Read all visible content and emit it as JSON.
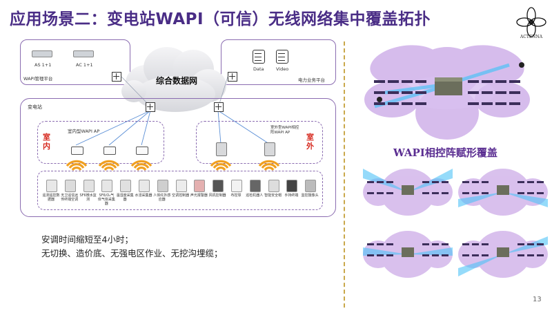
{
  "title": "应用场景二：变电站WAPI（可信）无线网络集中覆盖拓扑",
  "logo_text": "ACTENNA",
  "page_number": "13",
  "cloud_label": "综合数据网",
  "wapi_platform": {
    "label": "WAPI管理平台",
    "devices": [
      "AS 1+1",
      "AC 1+1"
    ]
  },
  "power_platform": {
    "label": "电力业务平台",
    "servers": [
      "Data",
      "Video"
    ]
  },
  "substation": {
    "label": "变电站",
    "indoor_zone": "室内",
    "outdoor_zone": "室外",
    "indoor_ap_label": "室内型WAPI AP",
    "outdoor_ap_label": "室外型WAPI相控阵WAPI AP"
  },
  "terminals": [
    "遥测遥控数据器",
    "无卫遥信远传终端空调",
    "SF6微水监测",
    "SF6/O₂气体气体采集器",
    "温湿度采集器",
    "水浸采集器",
    "人体红外感应器",
    "空调控制器",
    "声光报警器",
    "风机控制器",
    "布控球",
    "巡检机器人",
    "智能安全帽",
    "手持终端",
    "监控摄像头"
  ],
  "bottom_text": [
    "安调时间缩短至4小时；",
    "无切换、造价底、无强电区作业、无挖沟埋缆；"
  ],
  "coverage_title": "WAPI相控阵赋形覆盖"
}
